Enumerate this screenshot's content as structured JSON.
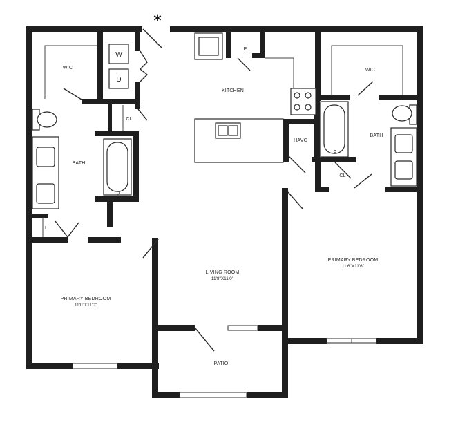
{
  "marker": "*",
  "rooms": {
    "wic_left": "WIC",
    "wic_right": "WIC",
    "kitchen": "KITCHEN",
    "pantry": "P",
    "bath_left": "BATH",
    "bath_right": "BATH",
    "closet_left": "CL",
    "closet_right": "CL",
    "linen": "L",
    "havc": "HAVC",
    "living_room": "LIVING ROOM",
    "living_room_dim": "11'8\"X11'0\"",
    "primary_bedroom_left": "PRIMARY BEDROOM",
    "primary_bedroom_left_dim": "11'0\"X11'0\"",
    "primary_bedroom_right": "PRIMARY BEDROOM",
    "primary_bedroom_right_dim": "11'6\"X11'6\"",
    "patio": "PATIO",
    "washer": "W",
    "dryer": "D"
  }
}
